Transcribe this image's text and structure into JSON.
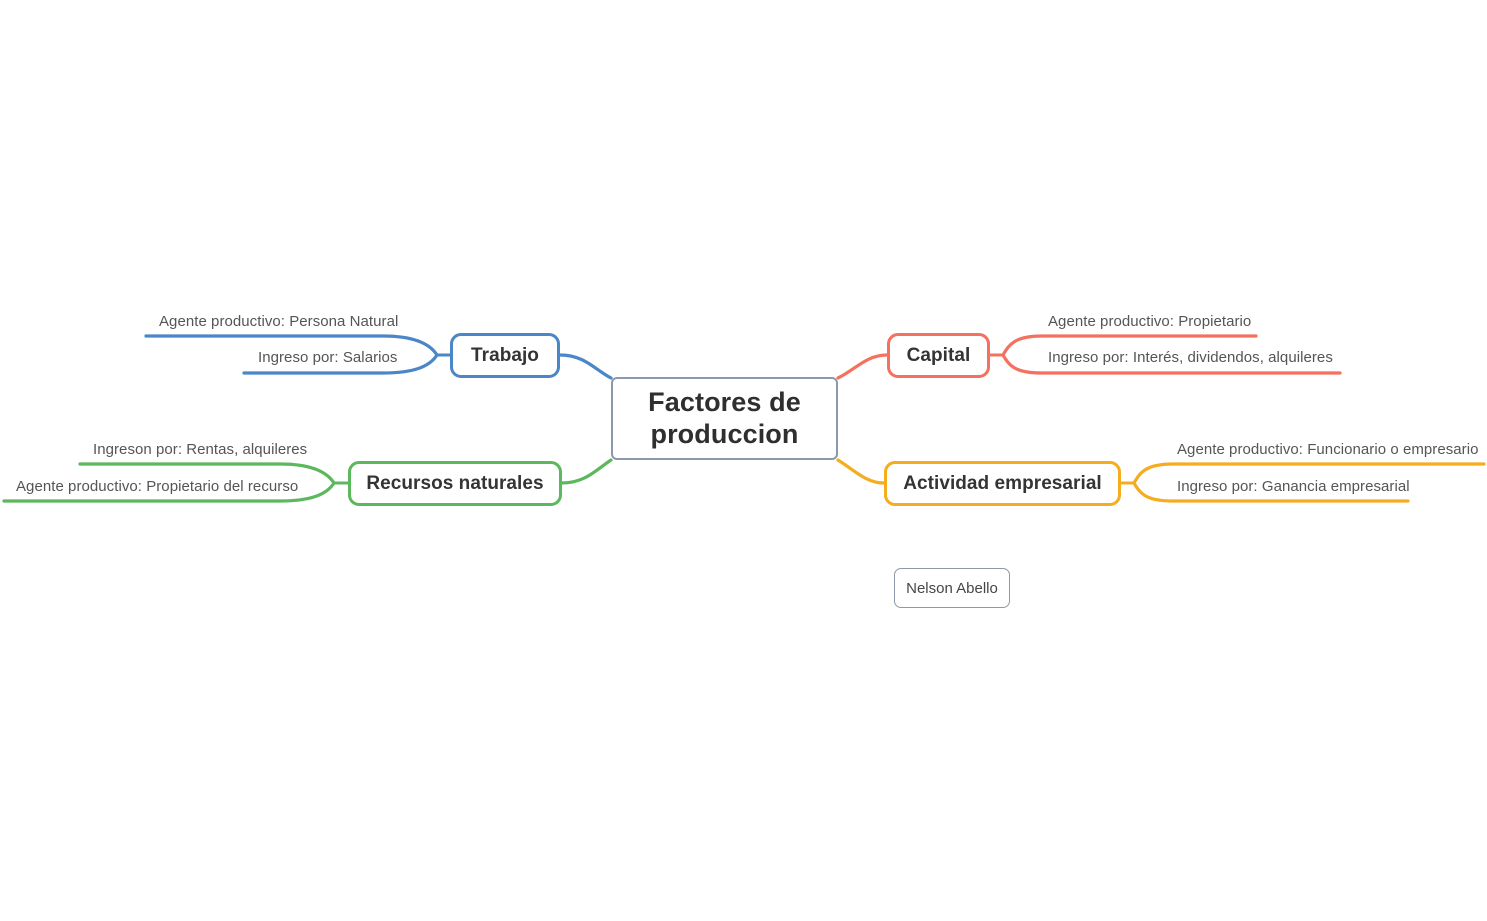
{
  "diagram": {
    "type": "mind-map",
    "title": "Factores de produccion",
    "background_color": "#ffffff",
    "root": {
      "label": "Factores de produccion",
      "label_line_1": "Factores de",
      "label_line_2": "produccion",
      "border_color": "#8d98aa",
      "text_color": "#2f2f2f"
    },
    "branches": [
      {
        "id": "trabajo",
        "label": "Trabajo",
        "color": "#4a86c8",
        "side": "left",
        "position": "top",
        "leaves": [
          {
            "label": "Agente productivo: Persona Natural"
          },
          {
            "label": "Ingreso por: Salarios"
          }
        ]
      },
      {
        "id": "capital",
        "label": "Capital",
        "color": "#f4705f",
        "side": "right",
        "position": "top",
        "leaves": [
          {
            "label": "Agente productivo: Propietario"
          },
          {
            "label": "Ingreso por: Interés, dividendos, alquileres"
          }
        ]
      },
      {
        "id": "recursos-naturales",
        "label": "Recursos naturales",
        "color": "#5cb85c",
        "side": "left",
        "position": "bottom",
        "leaves": [
          {
            "label": "Ingreson por: Rentas, alquileres"
          },
          {
            "label": "Agente productivo: Propietario del recurso"
          }
        ]
      },
      {
        "id": "actividad-empresarial",
        "label": "Actividad empresarial",
        "color": "#f5ac1d",
        "side": "right",
        "position": "bottom",
        "leaves": [
          {
            "label": "Agente productivo: Funcionario o empresario"
          },
          {
            "label": "Ingreso por: Ganancia empresarial"
          }
        ]
      }
    ],
    "floating_nodes": [
      {
        "id": "author",
        "label": "Nelson Abello",
        "border_color": "#8d98aa",
        "text_color": "#464646"
      }
    ]
  }
}
